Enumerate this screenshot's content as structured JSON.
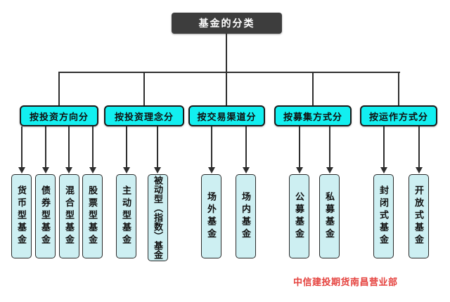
{
  "title": "基金的分类",
  "footer": "中信建投期货南昌营业部",
  "colors": {
    "background": "#ffffff",
    "title_bg": "#3d3d3d",
    "title_text": "#ffffff",
    "category_fill": "#12eff0",
    "leaf_fill": "#cdeff2",
    "line": "#2e2e2e",
    "footer_red": "#e5423e"
  },
  "categories": [
    {
      "label": "按投资方向分",
      "children": [
        {
          "label": "货币型基金"
        },
        {
          "label": "债券型基金"
        },
        {
          "label": "混合型基金"
        },
        {
          "label": "股票型基金"
        }
      ]
    },
    {
      "label": "按投资理念分",
      "children": [
        {
          "label": "主动型基金"
        },
        {
          "label": "被动型（指数）基金"
        }
      ]
    },
    {
      "label": "按交易渠道分",
      "children": [
        {
          "label": "场外基金"
        },
        {
          "label": "场内基金"
        }
      ]
    },
    {
      "label": "按募集方式分",
      "children": [
        {
          "label": "公募基金"
        },
        {
          "label": "私募基金"
        }
      ]
    },
    {
      "label": "按运作方式分",
      "children": [
        {
          "label": "封闭式基金"
        },
        {
          "label": "开放式基金"
        }
      ]
    }
  ]
}
